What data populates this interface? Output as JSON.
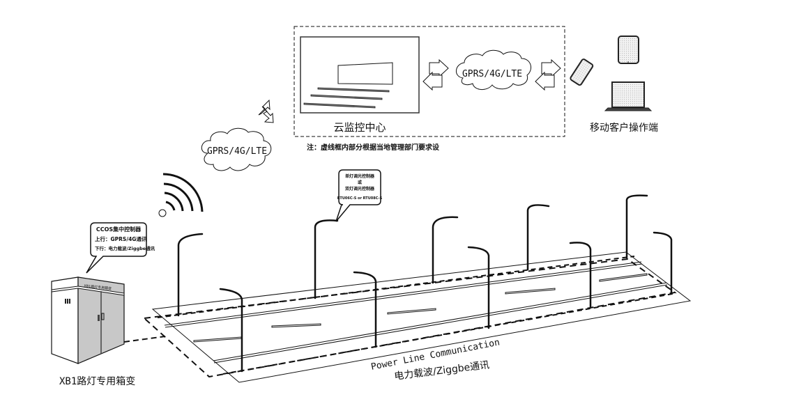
{
  "diagram": {
    "cloud_center": {
      "label": "云监控中心",
      "note": "注：虚线框内部分根据当地管理部门要求设"
    },
    "network_clouds": [
      {
        "id": "cloud-top",
        "label": "GPRS/4G/LTE"
      },
      {
        "id": "cloud-left",
        "label": "GPRS/4G/LTE"
      }
    ],
    "mobile_clients": {
      "label": "移动客户操作端",
      "devices": [
        "tablet",
        "phone",
        "laptop"
      ]
    },
    "concentrator_bubble": {
      "title": "CCOS集中控制器",
      "uplink": "上行：GPRS/4G通讯",
      "downlink": "下行：电力载波/Ziggbe通讯"
    },
    "controller_bubble": {
      "line1": "单灯调光控制器",
      "line2": "或",
      "line3": "双灯调光控制器",
      "line4": "RTU06C-S or RTU08C-S"
    },
    "cabinet": {
      "label": "XB1路灯专用箱变",
      "plate": "XB1路灯专用箱变"
    },
    "road": {
      "comm_label_en": "Power Line Communication",
      "comm_label_cn": "电力载波/Ziggbe通讯",
      "streetlight_count": 10
    },
    "colors": {
      "line": "#111111",
      "cabinet_fill": "#c8c8c8",
      "screen_fill": "#e6e6e6"
    }
  }
}
